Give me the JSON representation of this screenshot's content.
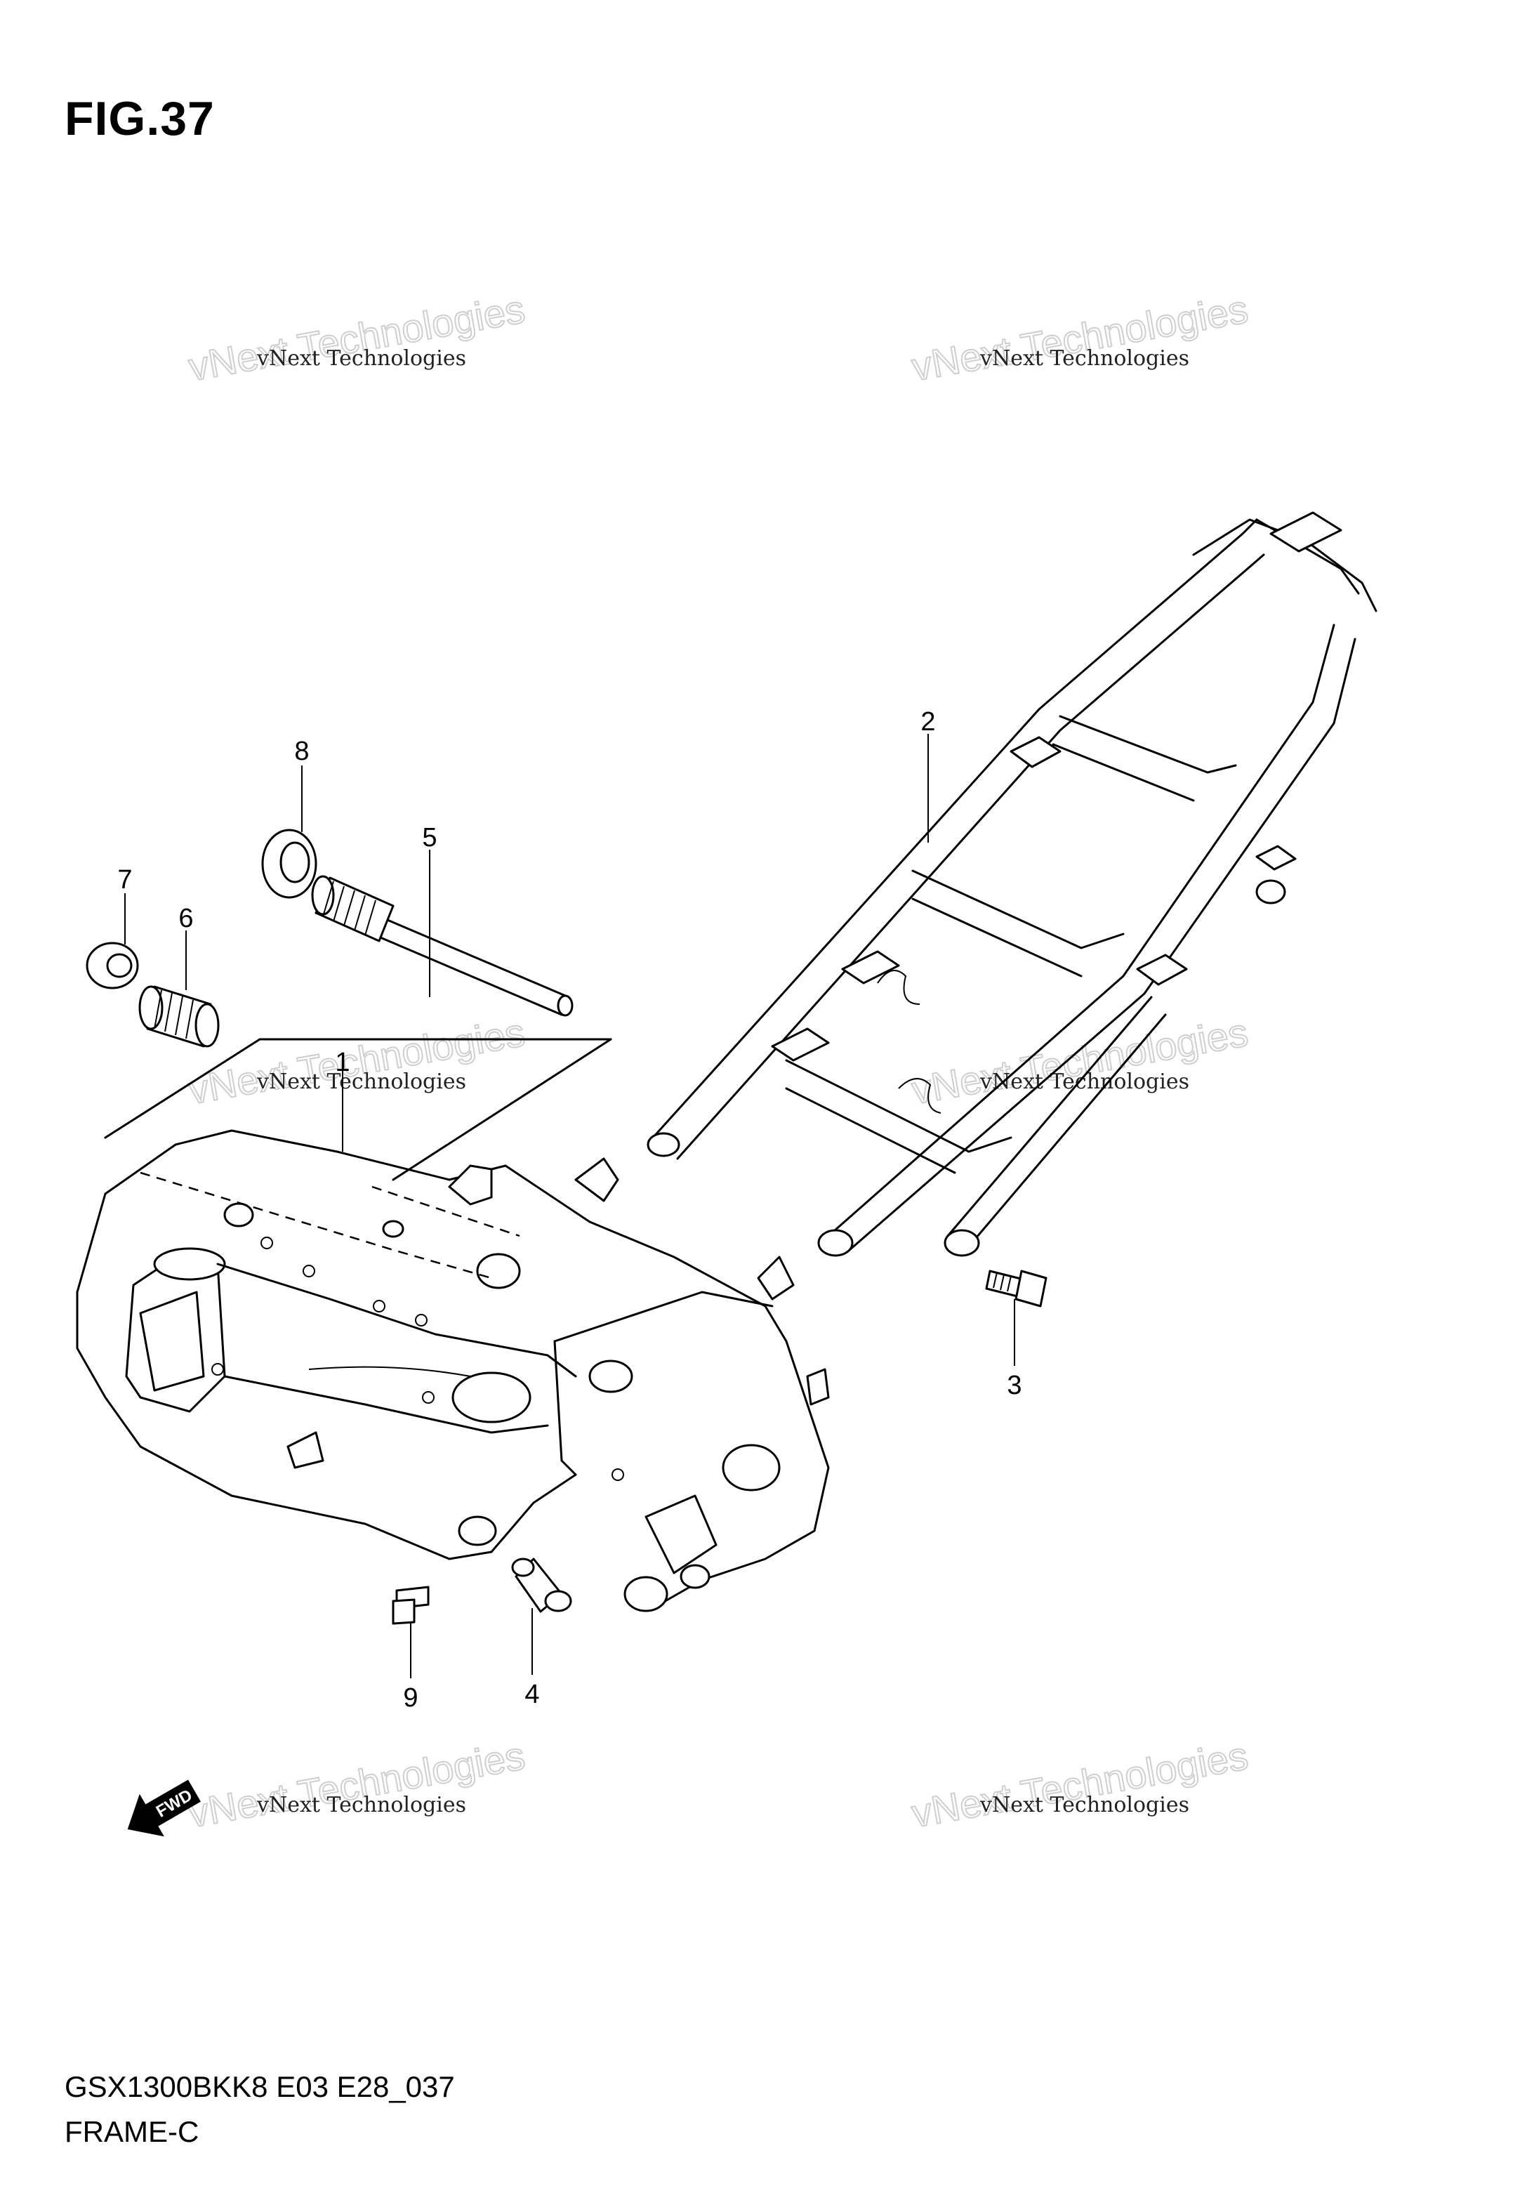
{
  "figure_title": "FIG.37",
  "footer": {
    "model_code": "GSX1300BKK8 E03 E28_037",
    "section_name": "FRAME-C"
  },
  "fwd_label": "FWD",
  "watermarks": [
    {
      "small": "vNext Technologies",
      "big": "vNext Technologies"
    },
    {
      "small": "vNext Technologies",
      "big": "vNext Technologies"
    },
    {
      "small": "vNext Technologies",
      "big": "vNext Technologies"
    },
    {
      "small": "vNext Technologies",
      "big": "vNext Technologies"
    },
    {
      "small": "vNext Technologies",
      "big": "vNext Technologies"
    },
    {
      "small": "vNext Technologies",
      "big": "vNext Technologies"
    }
  ],
  "callouts": [
    "1",
    "2",
    "3",
    "4",
    "5",
    "6",
    "7",
    "8",
    "9"
  ]
}
